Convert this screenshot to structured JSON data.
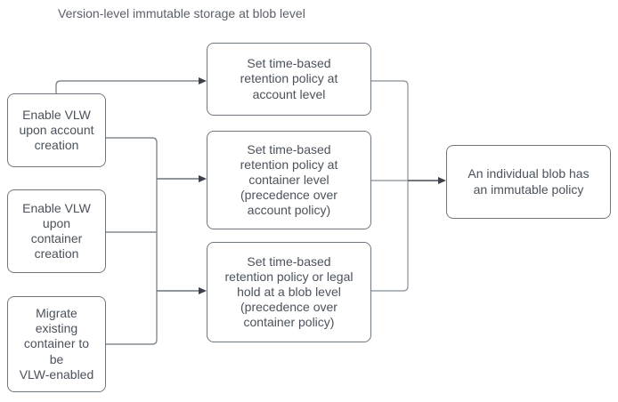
{
  "title": "Version-level immutable storage at blob level",
  "boxes": {
    "left": [
      {
        "label": "Enable VLW\nupon account\ncreation"
      },
      {
        "label": "Enable VLW\nupon\ncontainer\ncreation"
      },
      {
        "label": "Migrate\nexisting\ncontainer to\nbe\nVLW-enabled"
      }
    ],
    "middle": [
      {
        "label": "Set time-based\nretention policy at\naccount level"
      },
      {
        "label": "Set time-based\nretention policy at\ncontainer level\n(precedence over\naccount policy)"
      },
      {
        "label": "Set time-based\nretention policy or legal\nhold at a blob level\n(precedence over\ncontainer policy)"
      }
    ],
    "right": [
      {
        "label": "An individual blob has\nan immutable policy"
      }
    ]
  },
  "colors": {
    "box_border": "#70767e",
    "box_text": "#4b525b",
    "title_text": "#5a6068",
    "connector_line": "#848a91",
    "arrowhead": "#3c414a"
  }
}
